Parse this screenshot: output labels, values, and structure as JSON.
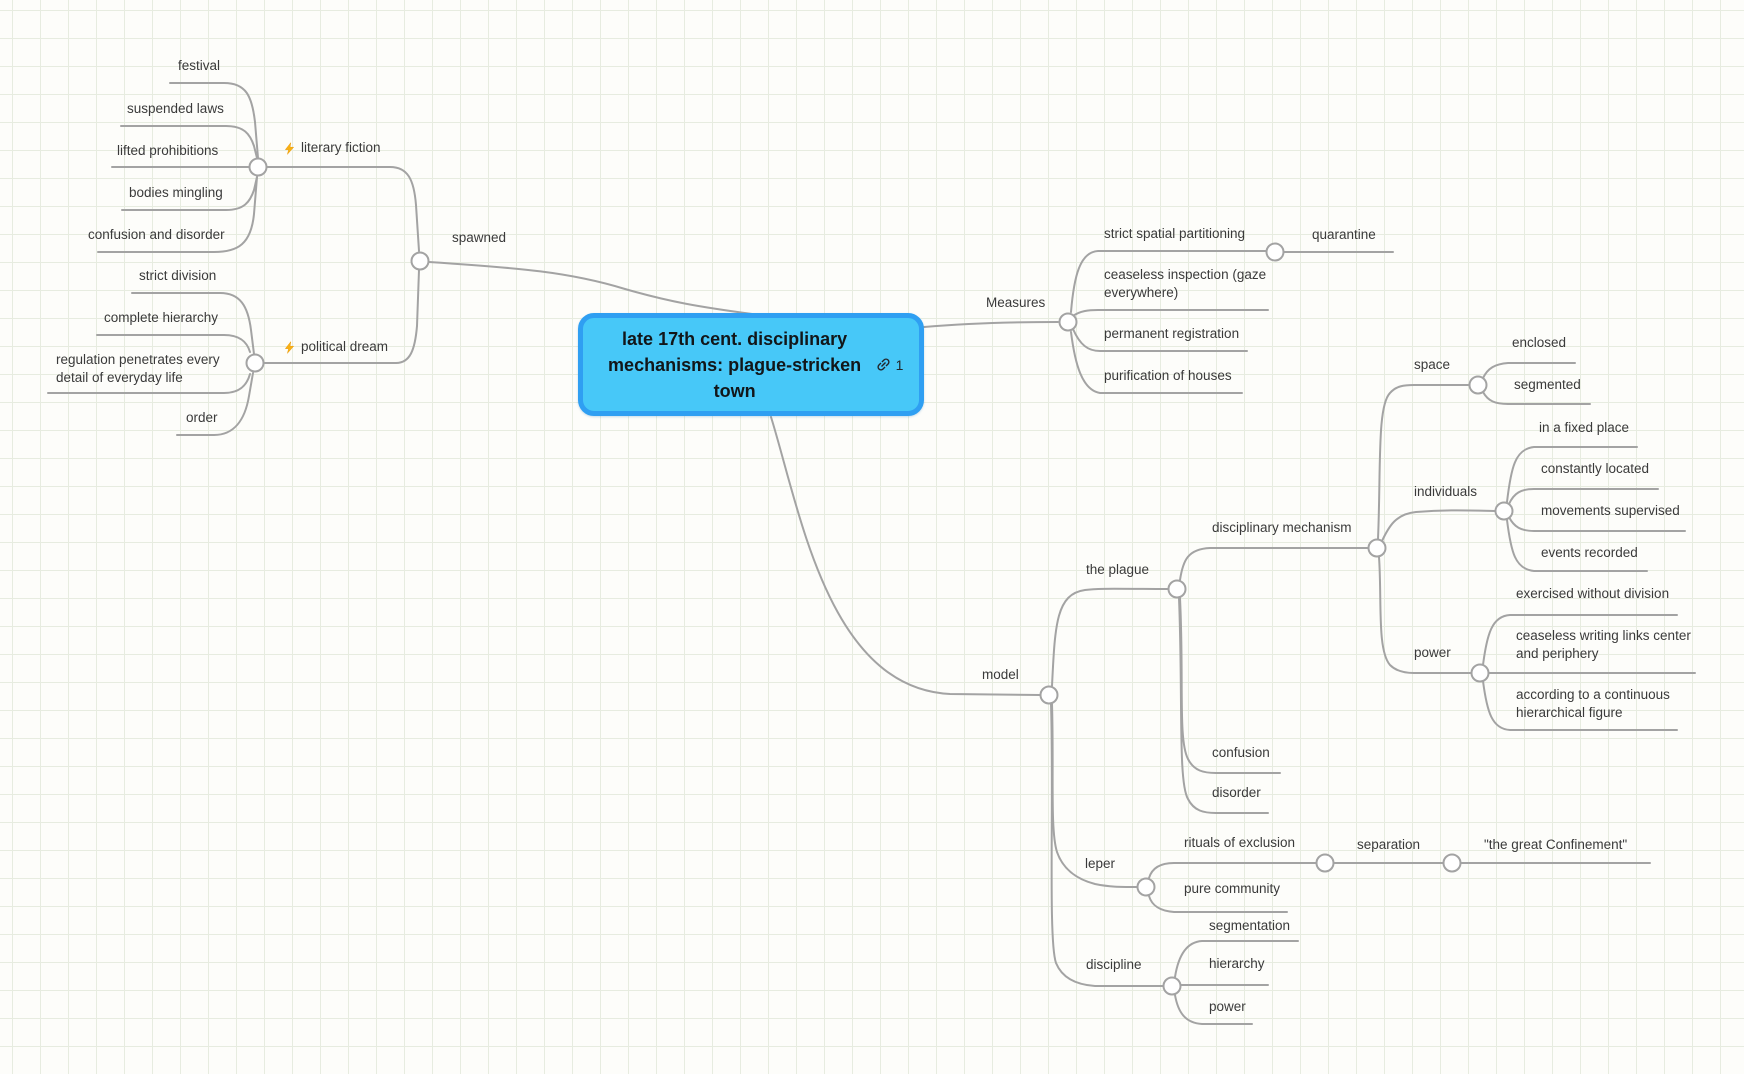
{
  "colors": {
    "root_fill": "#47C8F8",
    "root_border": "#2F9FF2",
    "connector": "#A3A3A3",
    "canvas_bg": "#FDFDFA",
    "canvas_grid": "#E7ECE0",
    "lightning": "#F9B115"
  },
  "icons": {
    "branch_decor": "lightning-icon",
    "root_badge": "link-icon"
  },
  "root_node": {
    "label": "late 17th cent. disciplinary mechanisms: plague-stricken town",
    "link_count": "1"
  },
  "branches": {
    "spawned": {
      "label": "spawned",
      "children": {
        "literary_fiction": {
          "label": "literary fiction",
          "children": {
            "festival": {
              "label": "festival"
            },
            "suspended_laws": {
              "label": "suspended laws"
            },
            "lifted_prohibitions": {
              "label": "lifted prohibitions"
            },
            "bodies_mingling": {
              "label": "bodies mingling"
            },
            "confusion_and_disorder": {
              "label": "confusion and disorder"
            }
          }
        },
        "political_dream": {
          "label": "political dream",
          "children": {
            "strict_division": {
              "label": "strict division"
            },
            "complete_hierarchy": {
              "label": "complete hierarchy"
            },
            "regulation": {
              "label": "regulation penetrates every detail of everyday life"
            },
            "order": {
              "label": "order"
            }
          }
        }
      }
    },
    "measures": {
      "label": "Measures",
      "children": {
        "strict_spatial_partitioning": {
          "label": "strict spatial partitioning",
          "children": {
            "quarantine": {
              "label": "quarantine"
            }
          }
        },
        "ceaseless_inspection": {
          "label": "ceaseless inspection (gaze everywhere)"
        },
        "permanent_registration": {
          "label": "permanent registration"
        },
        "purification_of_houses": {
          "label": "purification of houses"
        }
      }
    },
    "model": {
      "label": "model",
      "children": {
        "the_plague": {
          "label": "the plague",
          "children": {
            "disciplinary_mechanism": {
              "label": "disciplinary mechanism",
              "children": {
                "space": {
                  "label": "space",
                  "children": {
                    "enclosed": {
                      "label": "enclosed"
                    },
                    "segmented": {
                      "label": "segmented"
                    }
                  }
                },
                "individuals": {
                  "label": "individuals",
                  "children": {
                    "in_a_fixed_place": {
                      "label": "in a fixed place"
                    },
                    "constantly_located": {
                      "label": "constantly located"
                    },
                    "movements_supervised": {
                      "label": "movements supervised"
                    },
                    "events_recorded": {
                      "label": "events recorded"
                    }
                  }
                },
                "power": {
                  "label": "power",
                  "children": {
                    "exercised_without_division": {
                      "label": "exercised without division"
                    },
                    "ceaseless_writing": {
                      "label": "ceaseless writing links center and periphery"
                    },
                    "continuous_hierarchical": {
                      "label": "according to a continuous hierarchical figure"
                    }
                  }
                }
              }
            },
            "confusion": {
              "label": "confusion"
            },
            "disorder": {
              "label": "disorder"
            }
          }
        },
        "leper": {
          "label": "leper",
          "children": {
            "rituals_of_exclusion": {
              "label": "rituals of exclusion",
              "children": {
                "separation": {
                  "label": "separation",
                  "children": {
                    "great_confinement": {
                      "label": "\"the great Confinement\""
                    }
                  }
                }
              }
            },
            "pure_community": {
              "label": "pure community"
            }
          }
        },
        "discipline": {
          "label": "discipline",
          "children": {
            "segmentation": {
              "label": "segmentation"
            },
            "hierarchy": {
              "label": "hierarchy"
            },
            "power": {
              "label": "power"
            }
          }
        }
      }
    }
  }
}
